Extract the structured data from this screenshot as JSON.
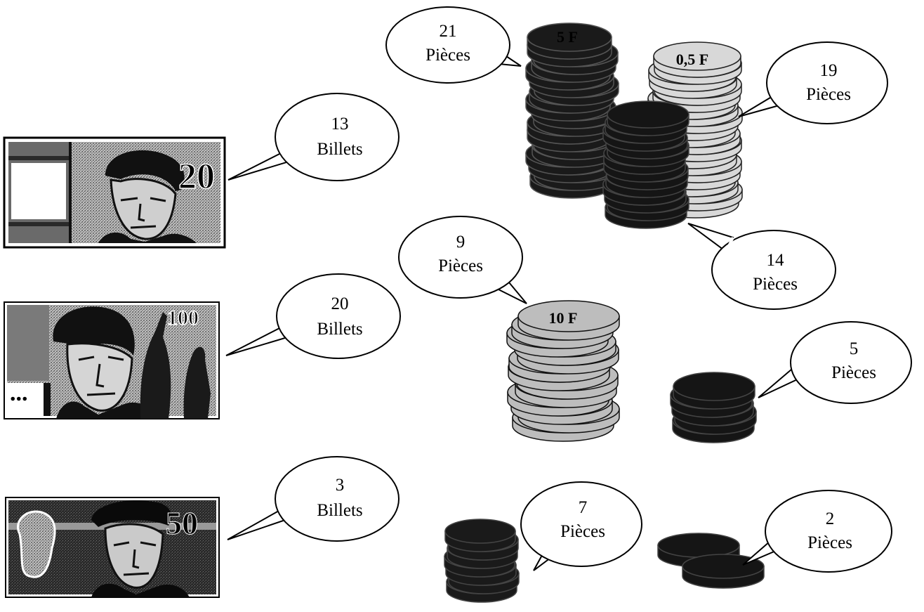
{
  "banknotes": [
    {
      "id": "note-20",
      "denomination": "20",
      "bubble": {
        "count": "13",
        "unit": "Billets"
      }
    },
    {
      "id": "note-100",
      "denomination": "100",
      "corner_text": "...",
      "bubble": {
        "count": "20",
        "unit": "Billets"
      }
    },
    {
      "id": "note-50",
      "denomination": "50",
      "bubble": {
        "count": "3",
        "unit": "Billets"
      }
    }
  ],
  "coin_stacks": [
    {
      "id": "stack-5f",
      "denomination": "5 F",
      "bubble": {
        "count": "21",
        "unit": "Pièces"
      }
    },
    {
      "id": "stack-050f",
      "denomination": "0,5 F",
      "bubble": {
        "count": "19",
        "unit": "Pièces"
      }
    },
    {
      "id": "stack-dark-middle",
      "bubble": {
        "count": "14",
        "unit": "Pièces"
      }
    },
    {
      "id": "stack-10f",
      "denomination": "10 F",
      "bubble": {
        "count": "9",
        "unit": "Pièces"
      }
    },
    {
      "id": "stack-small-right",
      "bubble": {
        "count": "5",
        "unit": "Pièces"
      }
    },
    {
      "id": "stack-small-left",
      "bubble": {
        "count": "7",
        "unit": "Pièces"
      }
    },
    {
      "id": "stack-two-coins",
      "bubble": {
        "count": "2",
        "unit": "Pièces"
      }
    }
  ],
  "colors": {
    "ink": "#000000",
    "paper": "#ffffff",
    "halftone": "#8a8a8a"
  }
}
